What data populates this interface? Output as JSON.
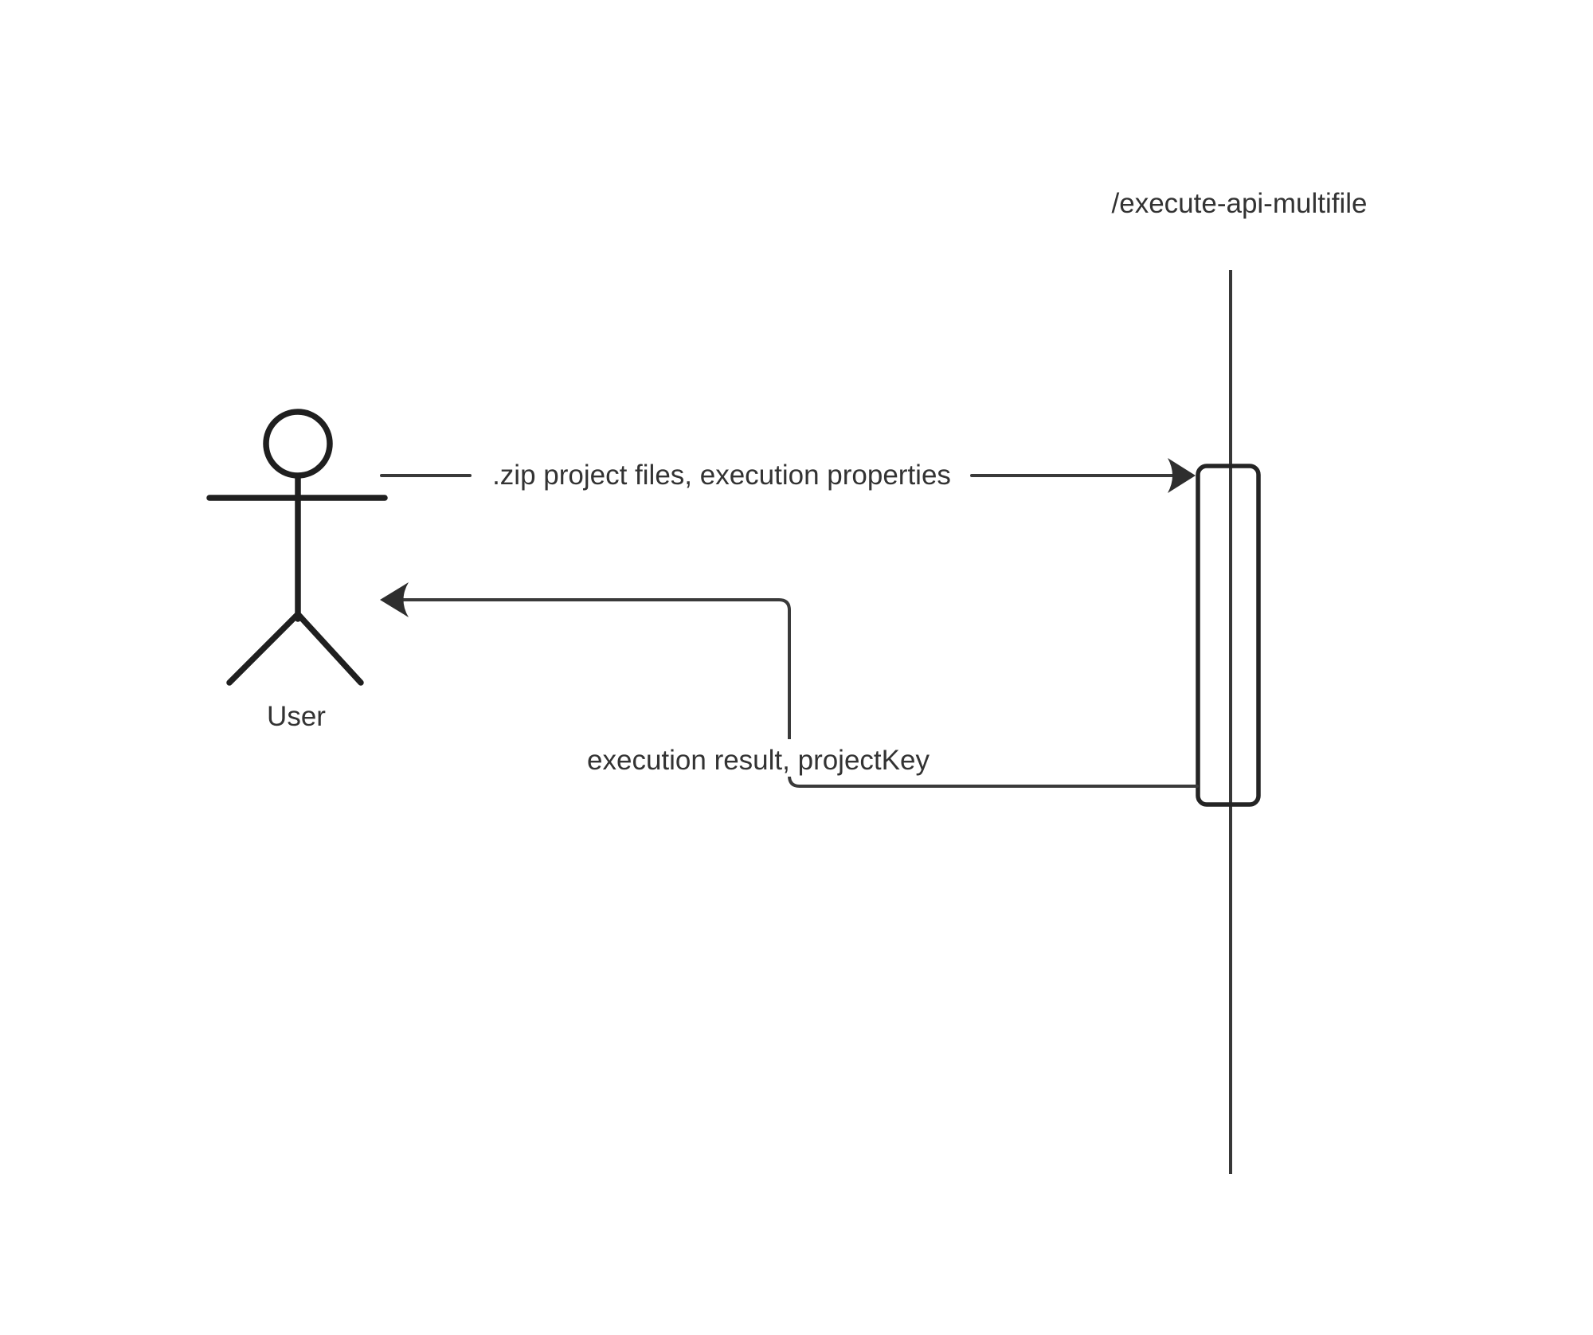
{
  "diagram": {
    "type": "sequence",
    "actor": {
      "label": "User"
    },
    "lifeline": {
      "label": "/execute-api-multifile"
    },
    "messages": [
      {
        "from": "User",
        "to": "/execute-api-multifile",
        "direction": "right",
        "label": ".zip project files, execution properties"
      },
      {
        "from": "/execute-api-multifile",
        "to": "User",
        "direction": "left",
        "label": "execution result, projectKey"
      }
    ],
    "colors": {
      "background": "#ffffff",
      "line_stroke": "#3a3a3a",
      "actor_stroke": "#1f1f1f",
      "activation_stroke": "#242424",
      "arrowhead_fill": "#2e2e2e",
      "text": "#333333"
    }
  }
}
